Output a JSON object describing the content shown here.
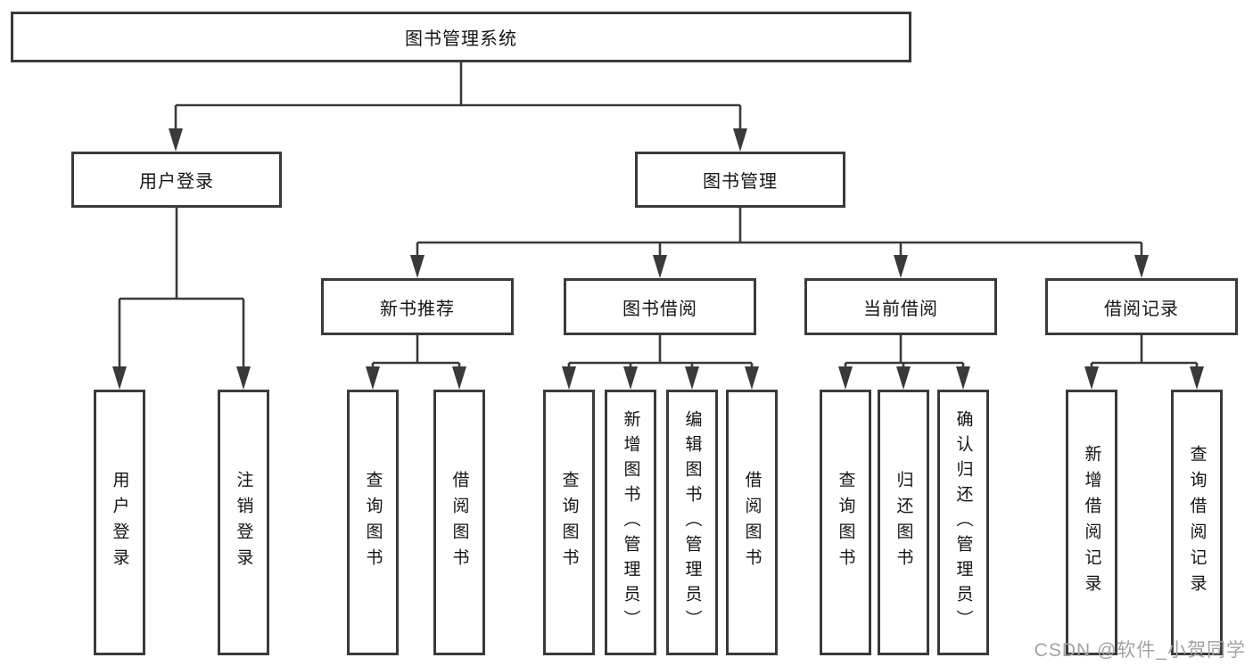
{
  "tree": {
    "label": "图书管理系统",
    "children": [
      {
        "label": "用户登录",
        "children": [
          {
            "label": "用户登录"
          },
          {
            "label": "注销登录"
          }
        ]
      },
      {
        "label": "图书管理",
        "children": [
          {
            "label": "新书推荐",
            "children": [
              {
                "label": "查询图书"
              },
              {
                "label": "借阅图书"
              }
            ]
          },
          {
            "label": "图书借阅",
            "children": [
              {
                "label": "查询图书"
              },
              {
                "label": "新增图书（管理员）"
              },
              {
                "label": "编辑图书（管理员）"
              },
              {
                "label": "借阅图书"
              }
            ]
          },
          {
            "label": "当前借阅",
            "children": [
              {
                "label": "查询图书"
              },
              {
                "label": "归还图书"
              },
              {
                "label": "确认归还（管理员）"
              }
            ]
          },
          {
            "label": "借阅记录",
            "children": [
              {
                "label": "新增借阅记录"
              },
              {
                "label": "查询借阅记录"
              }
            ]
          }
        ]
      }
    ]
  },
  "watermark": "CSDN @软件_小贺同学",
  "colors": {
    "line": "#3a3a3a",
    "text": "#151515",
    "watermark": "#a3a3a3",
    "background": "#ffffff"
  }
}
